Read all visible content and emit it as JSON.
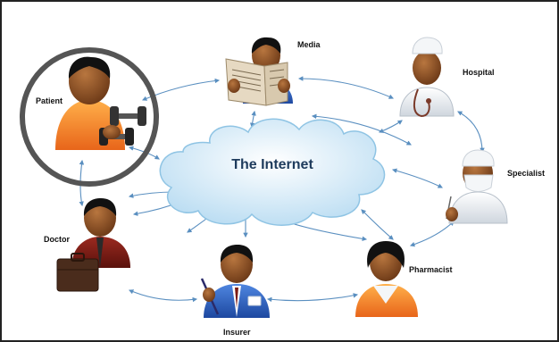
{
  "cloud_label": "The Internet",
  "nodes": {
    "patient": "Patient",
    "media": "Media",
    "hospital": "Hospital",
    "specialist": "Specialist",
    "doctor": "Doctor",
    "insurer": "Insurer",
    "pharmacist": "Pharmacist"
  },
  "colors": {
    "cloud": "#d6ecf8",
    "cloud_stroke": "#8fc4e4",
    "arrow": "#5a8fc0",
    "skin": "#8a4f25",
    "hair": "#111111",
    "patient_shirt": "#f58220",
    "doctor_suit": "#7a1a14",
    "insurer_suit": "#2a5ab8",
    "pharmacist_shirt": "#f29420",
    "media_shirt": "#2f6fc9",
    "white_coat": "#eef1f4",
    "highlight_ring": "#555555"
  },
  "icons": [
    "newspaper-icon",
    "stethoscope-icon",
    "surgical-mask-icon",
    "briefcase-icon",
    "pen-icon",
    "badge-icon",
    "dumbbell-icon"
  ]
}
